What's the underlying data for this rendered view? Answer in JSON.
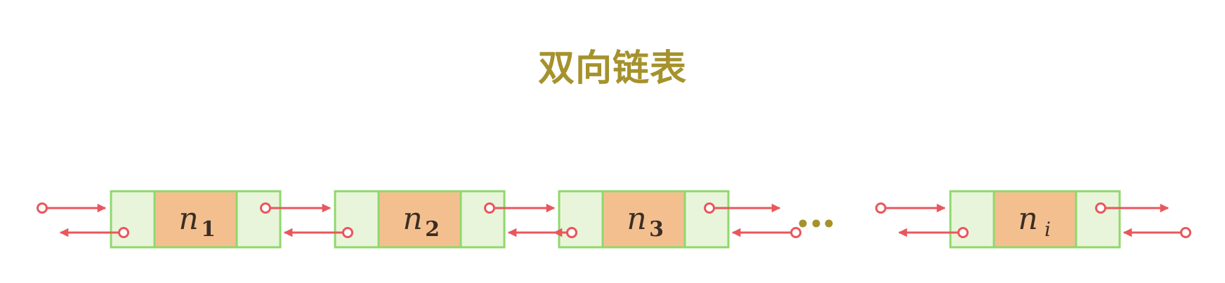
{
  "title": "双向链表",
  "colors": {
    "title": "#a5922c",
    "node_border": "#8fd86c",
    "pointer_cell": "#e8f5da",
    "data_cell": "#f4bf8f",
    "arrow": "#e8575c",
    "ellipsis": "#a5922c"
  },
  "nodes": [
    {
      "base": "n",
      "sub": "1"
    },
    {
      "base": "n",
      "sub": "2"
    },
    {
      "base": "n",
      "sub": "3"
    },
    {
      "base": "n",
      "sub": "i"
    }
  ],
  "ellipsis": "..."
}
